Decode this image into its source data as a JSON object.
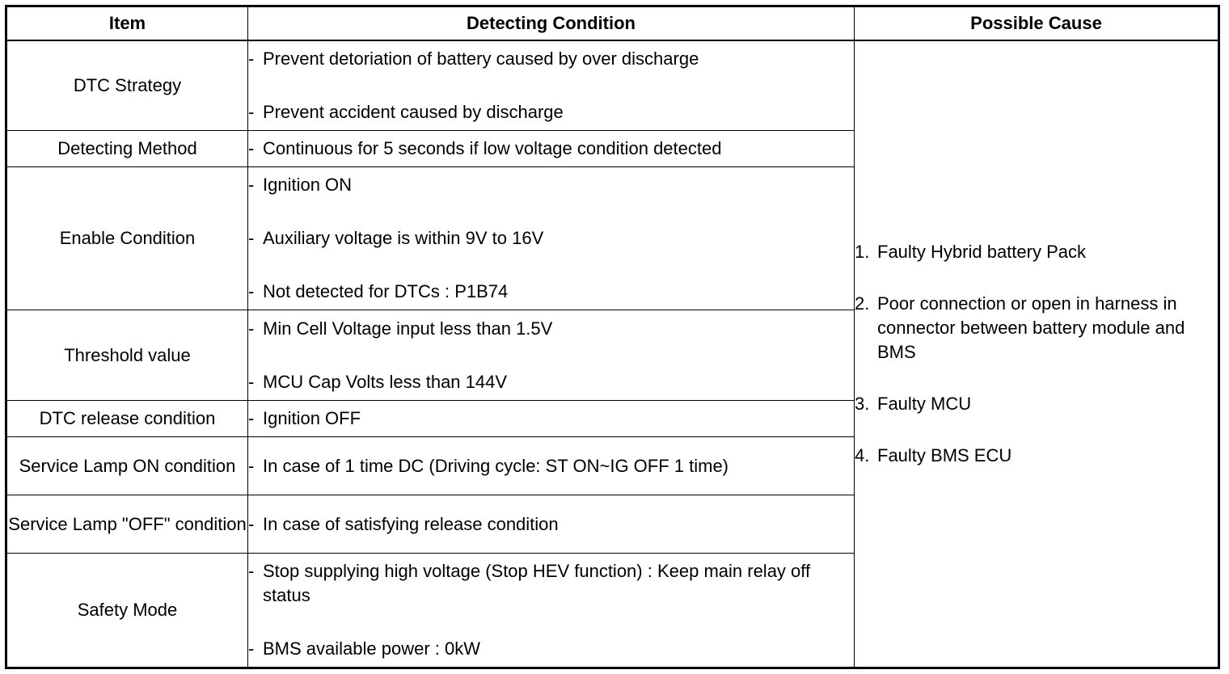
{
  "headers": {
    "item": "Item",
    "condition": "Detecting Condition",
    "cause": "Possible Cause"
  },
  "rows": [
    {
      "item": "DTC Strategy",
      "conditions": [
        "Prevent detoriation of battery caused by over discharge",
        "Prevent accident caused by discharge"
      ]
    },
    {
      "item": "Detecting Method",
      "conditions": [
        "Continuous for 5 seconds if low voltage condition detected"
      ]
    },
    {
      "item": "Enable Condition",
      "conditions": [
        "Ignition ON",
        "Auxiliary voltage is within 9V to 16V",
        "Not detected for DTCs : P1B74"
      ]
    },
    {
      "item": "Threshold value",
      "conditions": [
        "Min Cell Voltage input less than 1.5V",
        "MCU Cap Volts less than 144V"
      ]
    },
    {
      "item": "DTC release condition",
      "conditions": [
        "Ignition OFF"
      ]
    },
    {
      "item": "Service Lamp ON condition",
      "conditions": [
        "In case of 1 time DC (Driving cycle: ST ON~IG OFF 1 time)"
      ]
    },
    {
      "item": "Service Lamp \"OFF\" condition",
      "conditions": [
        "In case of satisfying release condition"
      ]
    },
    {
      "item": "Safety Mode",
      "conditions": [
        "Stop supplying high voltage (Stop HEV function) : Keep main relay off status",
        "BMS available power : 0kW"
      ]
    }
  ],
  "dash": "-",
  "causes": [
    {
      "num": "1.",
      "text": "Faulty Hybrid battery Pack"
    },
    {
      "num": "2.",
      "text": "Poor connection or open in harness in connector between battery module and BMS"
    },
    {
      "num": "3.",
      "text": "Faulty MCU"
    },
    {
      "num": "4.",
      "text": "Faulty BMS ECU"
    }
  ]
}
